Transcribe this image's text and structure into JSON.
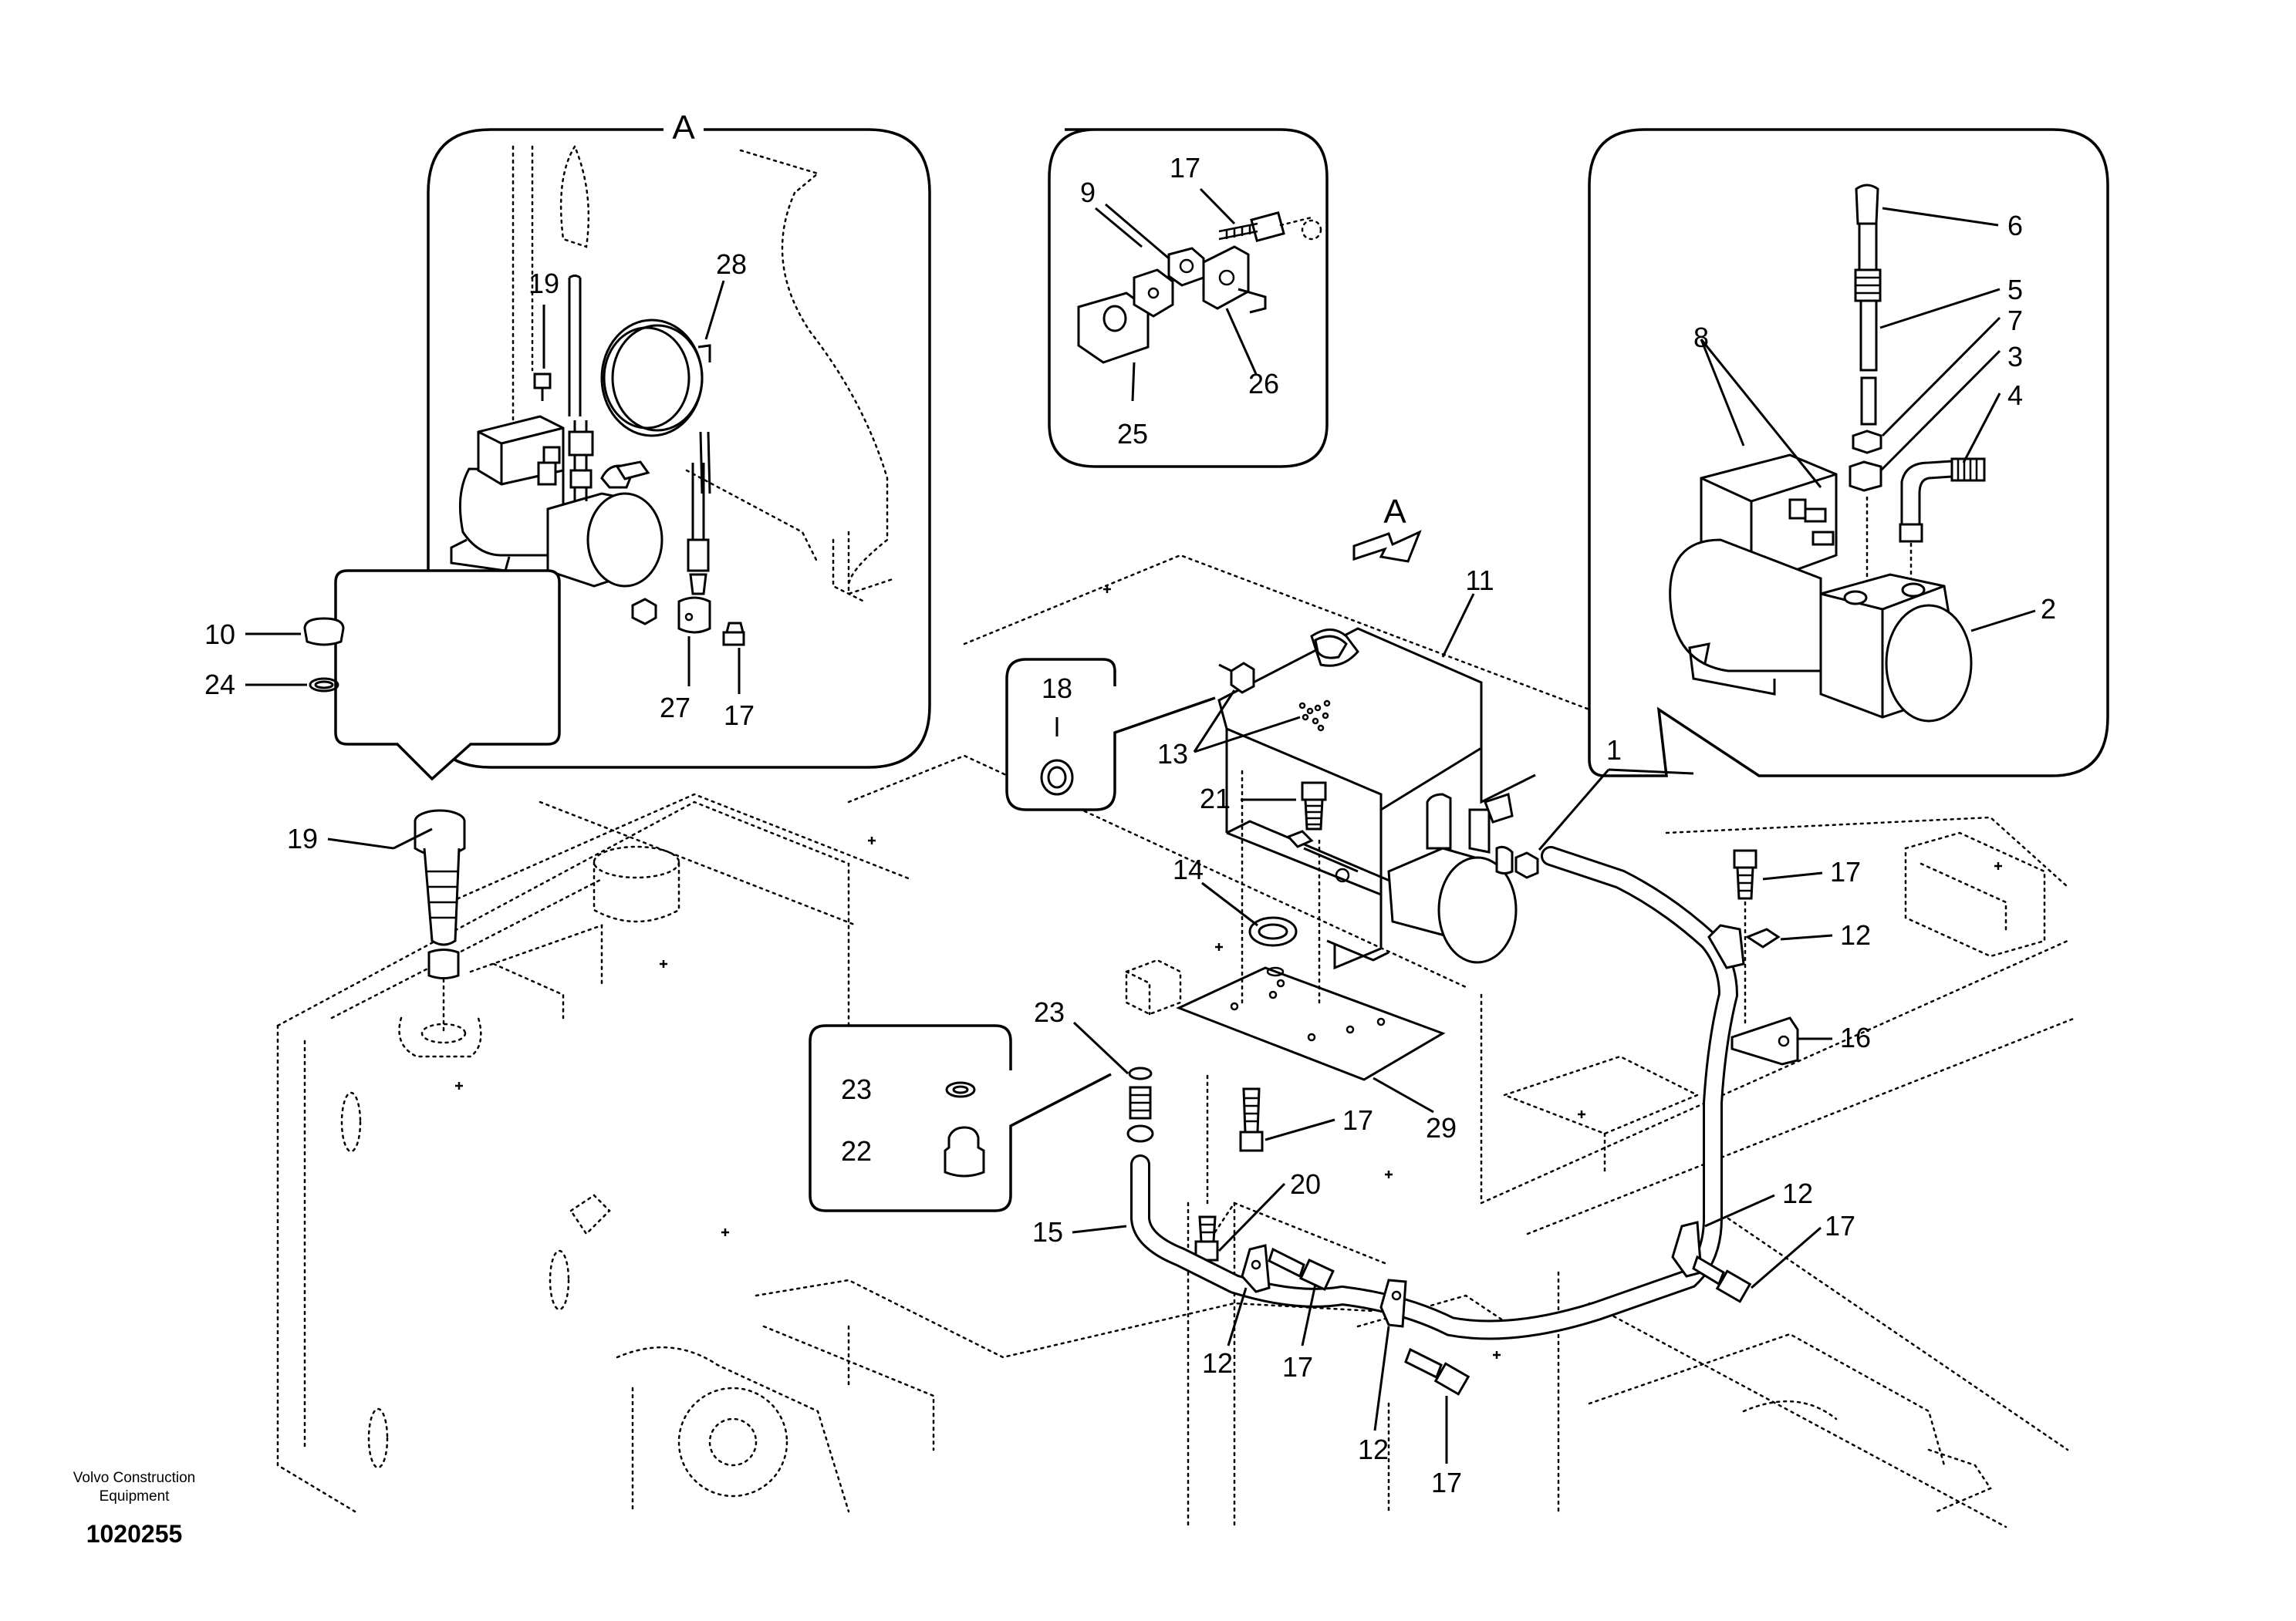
{
  "diagram": {
    "view_marker": "A",
    "labels": [
      "1",
      "2",
      "3",
      "4",
      "5",
      "6",
      "7",
      "8",
      "9",
      "10",
      "11",
      "12",
      "13",
      "14",
      "15",
      "16",
      "17",
      "18",
      "19",
      "20",
      "21",
      "22",
      "23",
      "24",
      "25",
      "26",
      "27",
      "28",
      "29"
    ]
  },
  "footer": {
    "maker_line1": "Volvo Construction",
    "maker_line2": "Equipment",
    "drawing_number": "1020255"
  }
}
